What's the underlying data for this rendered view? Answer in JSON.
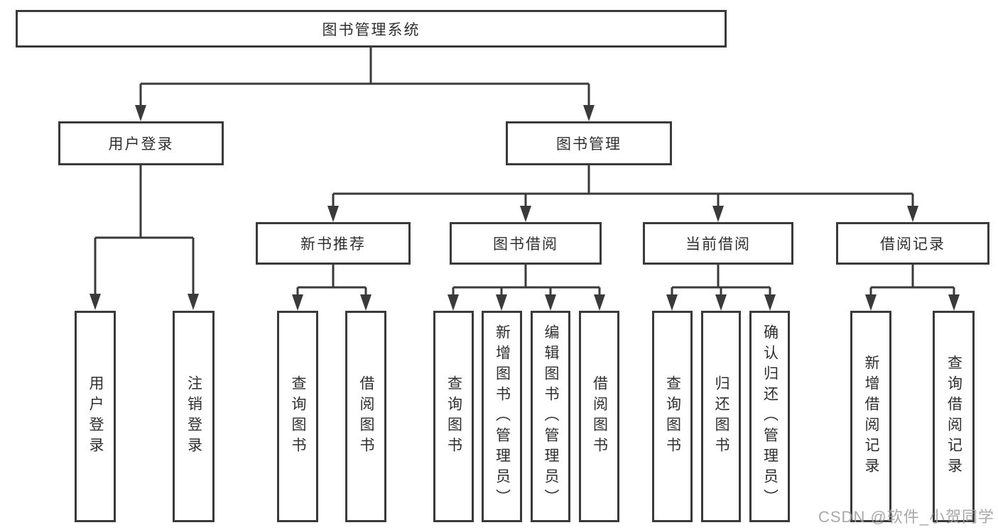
{
  "diagram_title": "图书管理系统",
  "watermark": "CSDN @软件_小贺同学",
  "colors": {
    "line": "#3a3a3a",
    "box_border": "#3a3a3a",
    "text": "#2f2f2f",
    "background": "#ffffff",
    "watermark": "#9e9e9e"
  },
  "tree": {
    "label": "图书管理系统",
    "children": [
      {
        "label": "用户登录",
        "children": [
          {
            "label": "用户登录"
          },
          {
            "label": "注销登录"
          }
        ]
      },
      {
        "label": "图书管理",
        "children": [
          {
            "label": "新书推荐",
            "children": [
              {
                "label": "查询图书"
              },
              {
                "label": "借阅图书"
              }
            ]
          },
          {
            "label": "图书借阅",
            "children": [
              {
                "label": "查询图书"
              },
              {
                "label": "新增图书（管理员）"
              },
              {
                "label": "编辑图书（管理员）"
              },
              {
                "label": "借阅图书"
              }
            ]
          },
          {
            "label": "当前借阅",
            "children": [
              {
                "label": "查询图书"
              },
              {
                "label": "归还图书"
              },
              {
                "label": "确认归还（管理员）"
              }
            ]
          },
          {
            "label": "借阅记录",
            "children": [
              {
                "label": "新增借阅记录"
              },
              {
                "label": "查询借阅记录"
              }
            ]
          }
        ]
      }
    ]
  }
}
